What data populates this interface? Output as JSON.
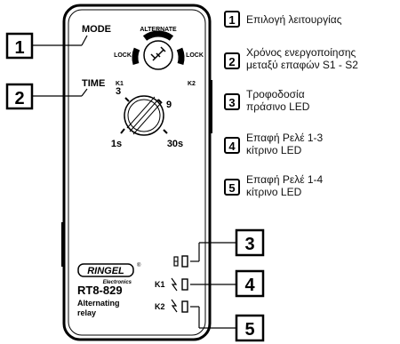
{
  "device": {
    "mode_label": "MODE",
    "alternate_label": "ALTERNATE",
    "lock_left": "LOCK",
    "lock_right": "LOCK",
    "time_label": "TIME",
    "k1_label": "K1",
    "k2_label": "K2",
    "dial_min": "1s",
    "dial_3": "3",
    "dial_9": "9",
    "dial_max": "30s",
    "led_row_k1": "K1",
    "led_row_k2": "K2",
    "brand": "RINGEL",
    "brand_sub": "Electronics",
    "brand_reg": "®",
    "model": "RT8-829",
    "type_line1": "Alternating",
    "type_line2": "relay"
  },
  "callouts": [
    "1",
    "2",
    "3",
    "4",
    "5"
  ],
  "legend": [
    {
      "number": "1",
      "lines": [
        "Επιλογή λειτουργίας"
      ]
    },
    {
      "number": "2",
      "lines": [
        "Χρόνος ενεργοποίησης",
        "μεταξύ επαφών S1 - S2"
      ]
    },
    {
      "number": "3",
      "lines": [
        "Τροφοδοσία",
        "πράσινο LED"
      ]
    },
    {
      "number": "4",
      "lines": [
        "Επαφή Ρελέ 1-3",
        "κίτρινο LED"
      ]
    },
    {
      "number": "5",
      "lines": [
        "Επαφή Ρελέ 1-4",
        "κίτρινο  LED"
      ]
    }
  ]
}
